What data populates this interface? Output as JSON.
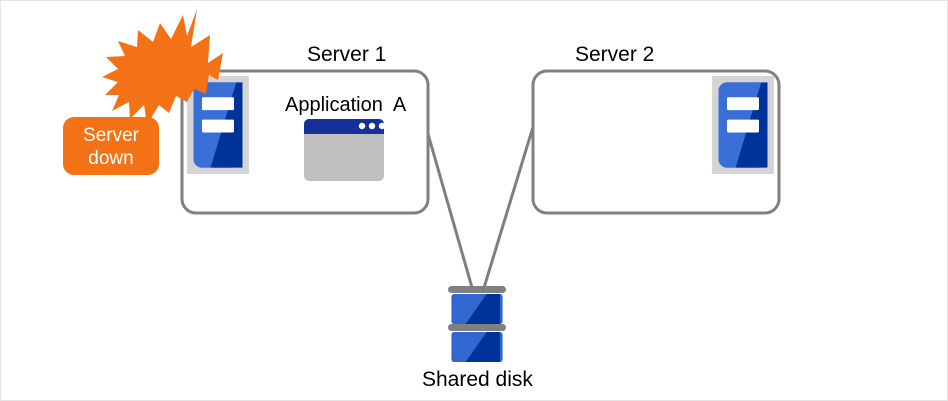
{
  "diagram": {
    "title_server1": "Server 1",
    "title_server2": "Server 2",
    "application_label": "Application  A",
    "shared_disk_label": "Shared disk",
    "alert": {
      "line1": "Server",
      "line2": "down"
    },
    "icons": {
      "server1_icon": "server-rack-icon",
      "server2_icon": "server-rack-icon",
      "app_window_icon": "application-window-icon",
      "disk_icon": "shared-disk-icon",
      "burst_icon": "explosion-burst-icon"
    },
    "colors": {
      "alert_orange": "#f47216",
      "box_border_gray": "#808080",
      "icon_frame_gray": "#d4d4d4",
      "icon_blue_light": "#3267d2",
      "icon_blue_dark": "#003399",
      "window_titlebar": "#16309a",
      "window_body": "#c0c0c0",
      "connector_gray": "#7f7f7f",
      "disk_bar_gray": "#808080",
      "text_black": "#000000",
      "canvas_white": "#ffffff"
    },
    "connectors": [
      {
        "name": "server1-to-disk",
        "from": "server-1-box",
        "to": "shared-disk"
      },
      {
        "name": "server2-to-disk",
        "from": "server-2-box",
        "to": "shared-disk"
      }
    ]
  }
}
